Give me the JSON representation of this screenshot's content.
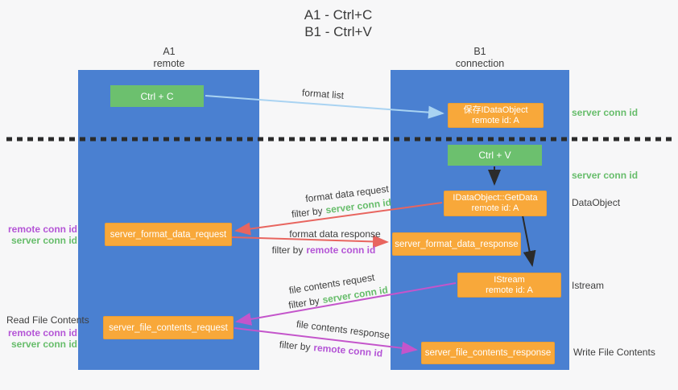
{
  "title": {
    "line1": "A1 - Ctrl+C",
    "line2": "B1 - Ctrl+V"
  },
  "columns": {
    "a1": {
      "name": "A1",
      "subtitle": "remote"
    },
    "b1": {
      "name": "B1",
      "subtitle": "connection"
    }
  },
  "nodes": {
    "ctrl_c": "Ctrl + C",
    "save_idataobject": {
      "line1": "保存IDataObject",
      "line2": "remote id: A"
    },
    "ctrl_v": "Ctrl + V",
    "getdata": {
      "line1": "IDataObject::GetData",
      "line2": "remote id: A"
    },
    "format_request": "server_format_data_request",
    "format_response": "server_format_data_response",
    "istream": {
      "line1": "IStream",
      "line2": "remote id: A"
    },
    "file_request": "server_file_contents_request",
    "file_response": "server_file_contents_response"
  },
  "arrow_labels": {
    "format_list": "format list",
    "format_data_request": "format data request",
    "format_data_response": "format data response",
    "file_contents_request": "file contents request",
    "file_contents_response": "file contents response",
    "filter_by": "filter by",
    "server_conn_id": "server conn id",
    "remote_conn_id": "remote conn id"
  },
  "side_labels": {
    "right_server_conn_id_top": "server conn id",
    "right_server_conn_id_mid": "server conn id",
    "dataobject": "DataObject",
    "istream": "Istream",
    "write_file_contents": "Write File Contents",
    "left_remote_conn_id_top": "remote conn id",
    "left_server_conn_id_top": "server conn id",
    "read_file_contents": "Read File Contents",
    "left_remote_conn_id_bottom": "remote conn id",
    "left_server_conn_id_bottom": "server conn id"
  },
  "colors": {
    "column_blue": "#4a80d1",
    "node_green": "#6cc06e",
    "node_orange": "#f8a83a",
    "arrow_blue": "#a9d3f2",
    "arrow_black": "#2b2b2b",
    "arrow_red": "#e8655f",
    "arrow_magenta": "#c455cb",
    "text_green": "#67bd6b",
    "text_purple": "#b455d6",
    "text_dark": "#3e3e3e"
  }
}
